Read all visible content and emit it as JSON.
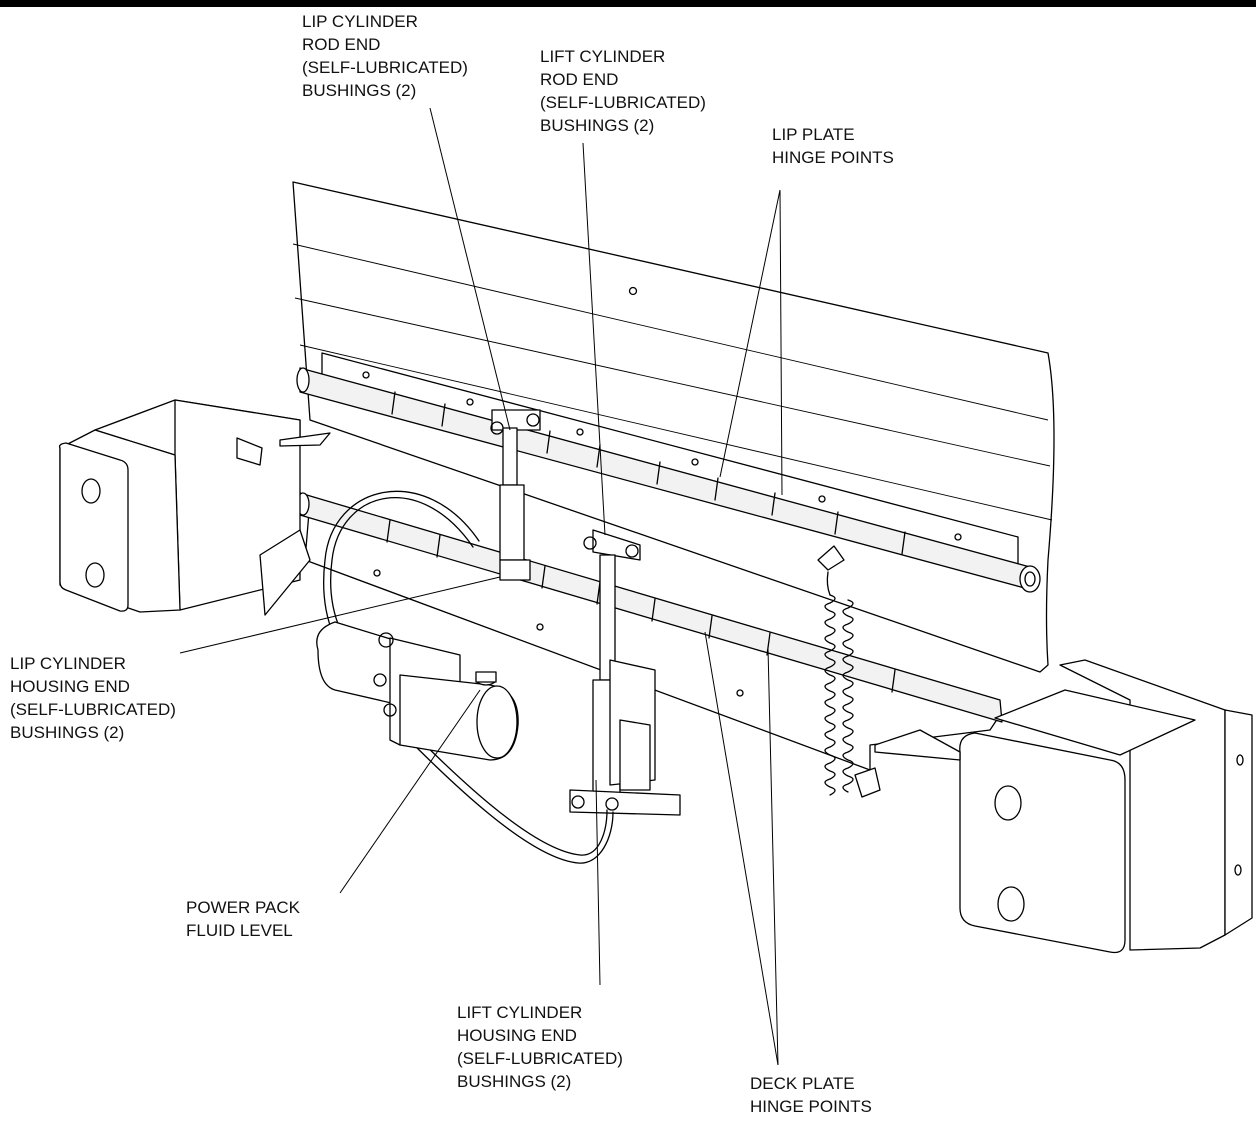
{
  "labels": {
    "lip_rod": [
      "LIP CYLINDER",
      "ROD END",
      "(SELF-LUBRICATED)",
      "BUSHINGS (2)"
    ],
    "lift_rod": [
      "LIFT CYLINDER",
      "ROD END",
      "(SELF-LUBRICATED)",
      "BUSHINGS (2)"
    ],
    "lip_hinge": [
      "LIP PLATE",
      "HINGE POINTS"
    ],
    "lip_housing": [
      "LIP CYLINDER",
      "HOUSING END",
      "(SELF-LUBRICATED)",
      "BUSHINGS (2)"
    ],
    "power_pack": [
      "POWER PACK",
      "FLUID LEVEL"
    ],
    "lift_housing": [
      "LIFT CYLINDER",
      "HOUSING END",
      "(SELF-LUBRICATED)",
      "BUSHINGS (2)"
    ],
    "deck_hinge": [
      "DECK PLATE",
      "HINGE POINTS"
    ]
  }
}
